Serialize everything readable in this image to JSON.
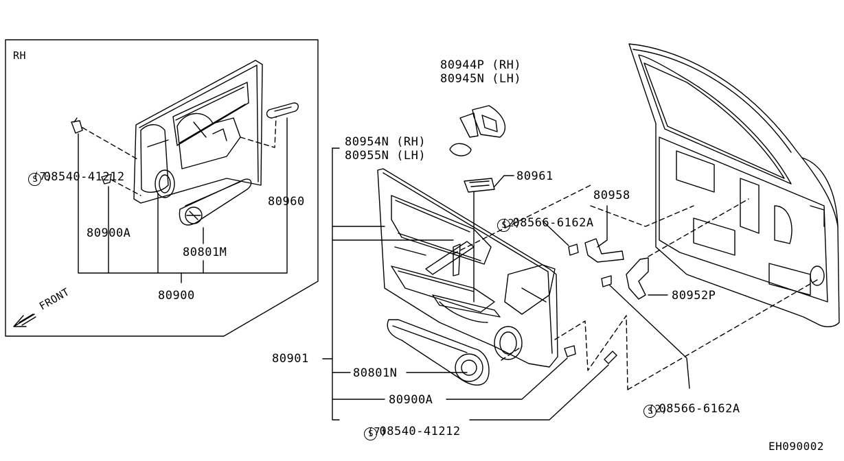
{
  "inset": {
    "title": "RH",
    "parts": {
      "screw": "08540-41212",
      "screw_qty": "(7)",
      "clip": "80900A",
      "pocket": "80801M",
      "assembly": "80900",
      "handle": "80960"
    },
    "front_label": "FRONT"
  },
  "main": {
    "handle_rh": "80944P (RH)",
    "handle_lh": "80945N (LH)",
    "switch_rh": "80954N (RH)",
    "switch_lh": "80955N (LH)",
    "bezel": "80961",
    "screw_a": "08566-6162A",
    "screw_a_qty": "(2)",
    "bracket": "80958",
    "bracket_b": "80952P",
    "screw_b": "08566-6162A",
    "screw_b_qty": "(2)",
    "trim": "80901",
    "pocket": "80801N",
    "clip": "80900A",
    "screw_c": "08540-41212",
    "screw_c_qty": "(7)"
  },
  "circle_symbol": "S",
  "figure_code": "EH090002"
}
